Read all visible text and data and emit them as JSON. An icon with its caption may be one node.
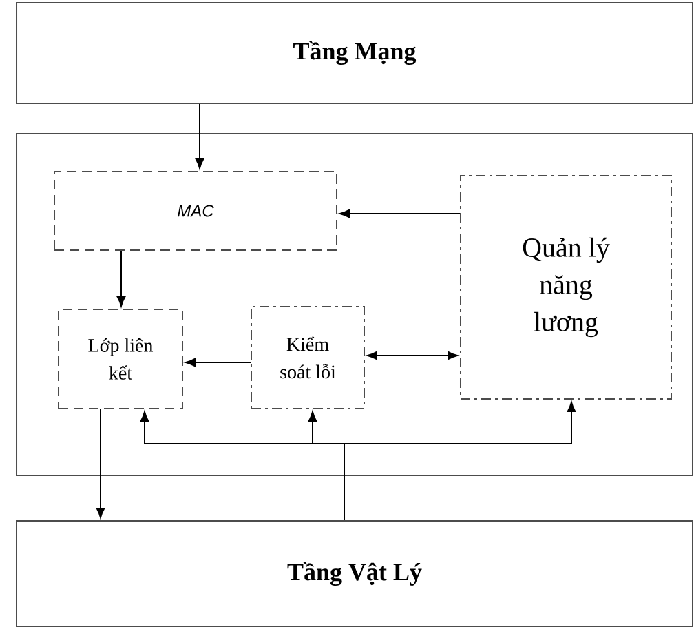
{
  "diagram": {
    "nodes": [
      {
        "text": [
          "Tầng Mạng"
        ]
      },
      {
        "text": [],
        "shape": "box"
      },
      {
        "text": [
          "MAC"
        ],
        "in": 1
      },
      {
        "text": [
          "Quản lý năng lương"
        ],
        "in": 1
      },
      {
        "text": [
          "Lớp liên kết"
        ],
        "in": 1
      },
      {
        "text": [
          "Kiểm soát lỗi"
        ],
        "in": 1
      },
      {
        "text": [
          "Tầng Vật Lý"
        ]
      }
    ],
    "edges": [
      {
        "from": 0,
        "to": 2,
        "arrow": "to"
      },
      {
        "from": 3,
        "to": 2,
        "arrow": "to"
      },
      {
        "from": 2,
        "to": 4,
        "arrow": "to"
      },
      {
        "from": 5,
        "to": 4,
        "arrow": "to"
      },
      {
        "from": 5,
        "to": 3,
        "arrow": "both"
      },
      {
        "from": 6,
        "to": 4,
        "arrow": "to"
      },
      {
        "from": 6,
        "to": 5,
        "arrow": "to"
      },
      {
        "from": 6,
        "to": 3,
        "arrow": "to"
      },
      {
        "from": 4,
        "to": 6,
        "arrow": "to"
      }
    ]
  }
}
